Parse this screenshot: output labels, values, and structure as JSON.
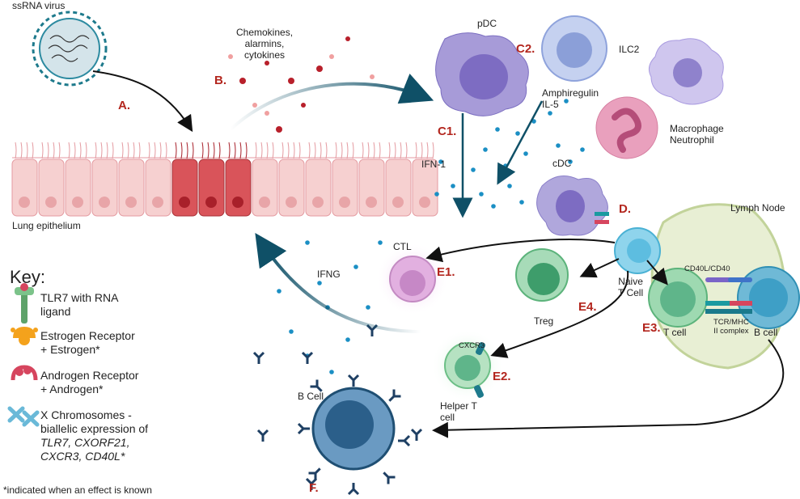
{
  "labels": {
    "virus": "ssRNA virus",
    "lung": "Lung epithelium",
    "chemokines": "Chemokines,\nalarmins,\ncytokines",
    "pdc": "pDC",
    "ilc2": "ILC2",
    "amphiregulin": "Amphiregulin\nIL-5",
    "macrophage": "Macrophage\nNeutrophil",
    "ifn1": "IFN-1",
    "cdc": "cDC",
    "lymph_node": "Lymph Node",
    "ctl": "CTL",
    "ifng": "IFNG",
    "naive": "Naive\nT Cell",
    "treg": "Treg",
    "cd40l": "CD40L/CD40",
    "tcr": "TCR/MHC\nII complex",
    "t_cell": "T cell",
    "b_cell_ln": "B cell",
    "cxcr3": "CXCR3",
    "helper": "Helper T\ncell",
    "b_cell": "B Cell"
  },
  "steps": {
    "a": "A.",
    "b": "B.",
    "c1": "C1.",
    "c2": "C2.",
    "d": "D.",
    "e1": "E1.",
    "e2": "E2.",
    "e3": "E3.",
    "e4": "E4.",
    "f": "F."
  },
  "key": {
    "title": "Key:",
    "tlr7": "TLR7 with RNA\nligand",
    "estrogen": "Estrogen Receptor\n+ Estrogen*",
    "androgen": "Androgen Receptor\n+ Androgen*",
    "xchrom_line1": "X Chromosomes -",
    "xchrom_line2": "biallelic expression of",
    "xchrom_line3": "TLR7, CXORF21,",
    "xchrom_line4": "CXCR3, CD40L*",
    "footnote": "*indicated when an effect is known"
  },
  "colors": {
    "step_red": "#b3261e",
    "arrow_teal": "#0f5067",
    "epithelium": "#f6d0d0",
    "infected": "#d9545a",
    "dot_blue": "#1b8fc4"
  }
}
